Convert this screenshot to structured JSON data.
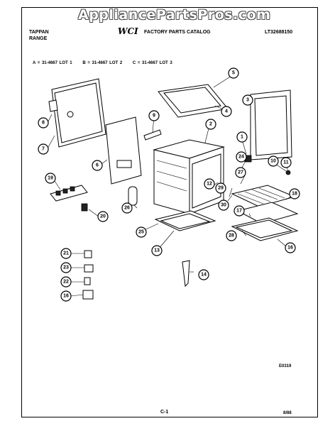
{
  "watermark": "AppliancePartsPros.com",
  "header": {
    "brand_line1": "TAPPAN",
    "brand_line2": "RANGE",
    "logo": "WCI",
    "catalog_title": "FACTORY PARTS CATALOG",
    "doc_number": "LT32688150"
  },
  "lots": {
    "a": "A = 31-4667 LOT 1",
    "b": "B = 31-4667 LOT 2",
    "c": "C = 31-4667 LOT 3"
  },
  "callouts": {
    "c1": "1",
    "c2": "2",
    "c3": "3",
    "c4": "4",
    "c5": "5",
    "c6": "6",
    "c7": "7",
    "c8": "8",
    "c9": "9",
    "c10": "10",
    "c11": "11",
    "c12": "12",
    "c13": "13",
    "c14": "14",
    "c16a": "16",
    "c16b": "16",
    "c17": "17",
    "c18": "18",
    "c19": "19",
    "c20": "20",
    "c21": "21",
    "c22": "22",
    "c23": "23",
    "c24": "24",
    "c25": "25",
    "c26": "26",
    "c27": "27",
    "c28": "28",
    "c29": "29",
    "c30": "30"
  },
  "footer": {
    "code": "E0319",
    "page": "C-1",
    "date": "8/88"
  }
}
